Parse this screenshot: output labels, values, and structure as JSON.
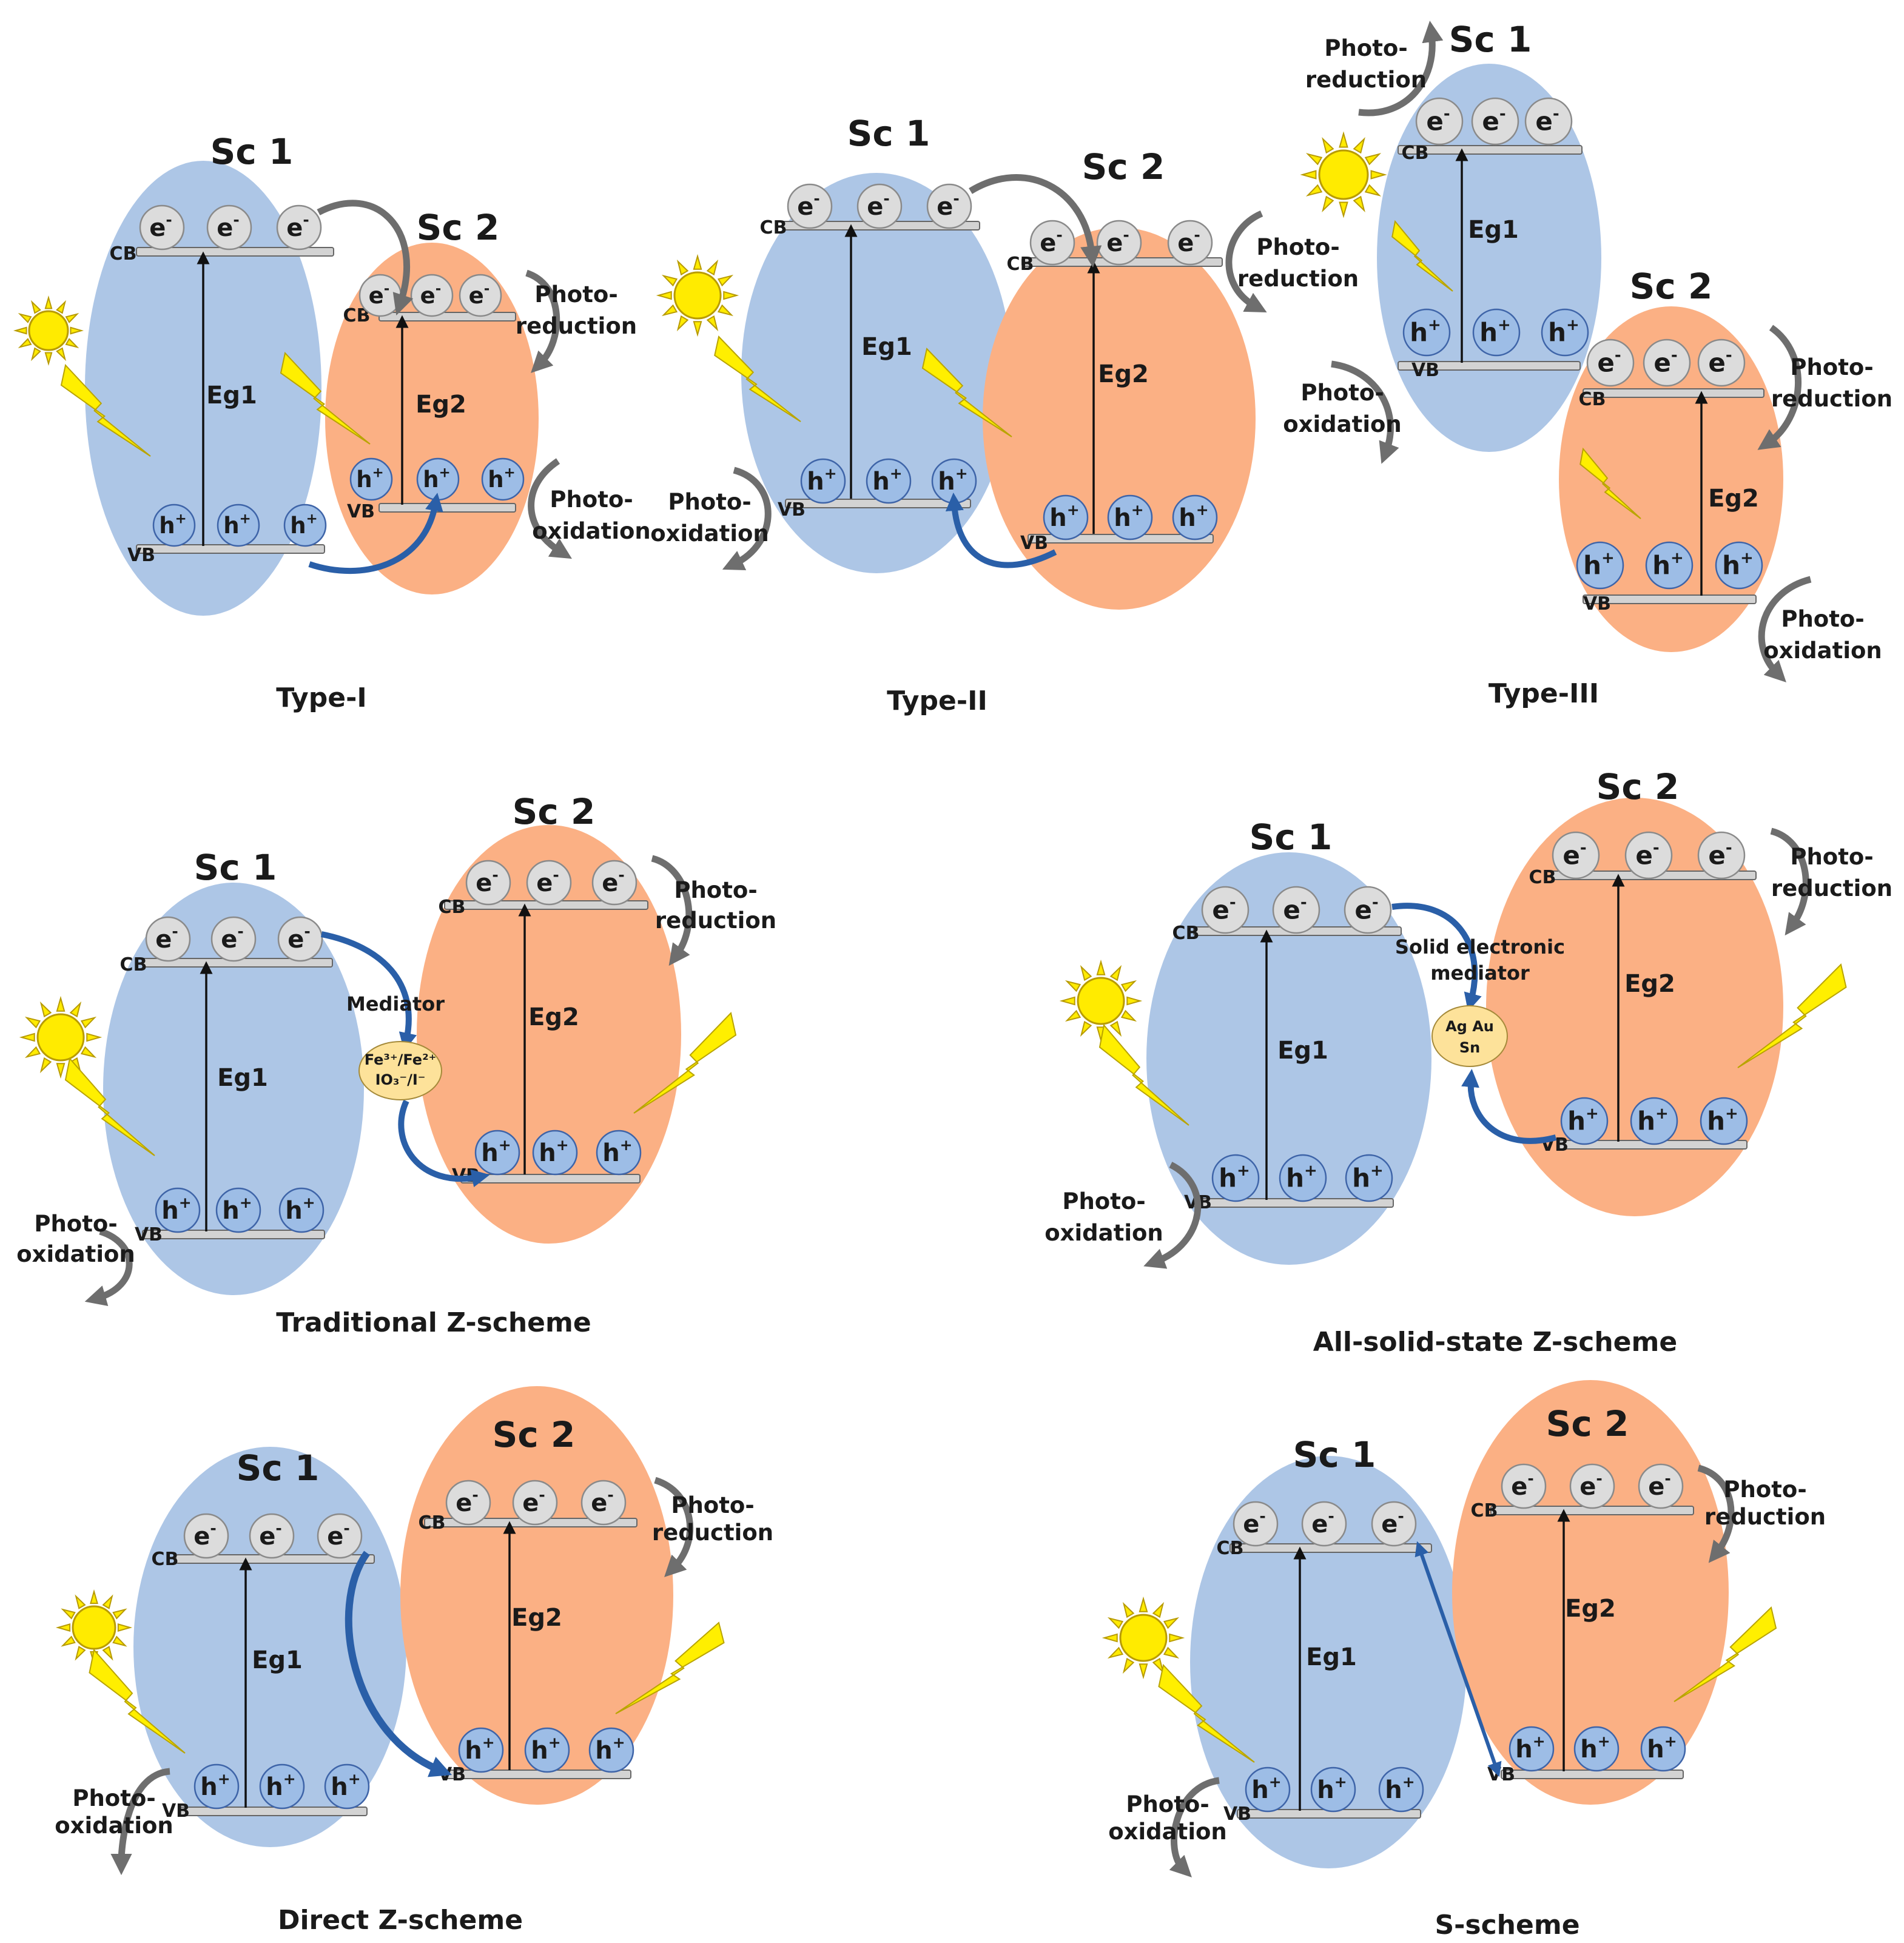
{
  "colors": {
    "sc1_fill": "#adc6e6",
    "sc2_fill": "#fbb084",
    "band_fill": "#d3d3d3",
    "electron_fill": "#dcdcdc",
    "hole_fill": "#9dbde6",
    "sun_fill": "#ffeb00",
    "bolt_fill": "#ffef00",
    "gray_arrow": "#6e6e6e",
    "blue_arrow": "#2a5fa8",
    "mediator_fill": "#fde29a"
  },
  "icons": {
    "sun": "sun-icon",
    "light": "lightning-icon",
    "gray_arrow": "curved-arrow-gray",
    "blue_arrow": "curved-arrow-blue"
  },
  "labels": {
    "sc1": "Sc 1",
    "sc2": "Sc 2",
    "cb": "CB",
    "vb": "VB",
    "eg1": "Eg1",
    "eg2": "Eg2",
    "electron": "e",
    "electron_sup": "-",
    "hole": "h",
    "hole_sup": "+",
    "photo": "Photo-",
    "reduction": "reduction",
    "oxidation": "oxidation"
  },
  "panels": [
    {
      "id": "type-1",
      "caption": "Type-I"
    },
    {
      "id": "type-2",
      "caption": "Type-II"
    },
    {
      "id": "type-3",
      "caption": "Type-III"
    },
    {
      "id": "traditional-z",
      "caption": "Traditional Z-scheme",
      "mediator_title": "Mediator",
      "mediator_line1": "Fe³⁺/Fe²⁺",
      "mediator_line2": "IO₃⁻/I⁻"
    },
    {
      "id": "all-solid-z",
      "caption": "All-solid-state Z-scheme",
      "mediator_title_line1": "Solid electronic",
      "mediator_title_line2": "mediator",
      "mediator_line1": "Ag  Au",
      "mediator_line2": "Sn"
    },
    {
      "id": "direct-z",
      "caption": "Direct Z-scheme"
    },
    {
      "id": "s-scheme",
      "caption": "S-scheme"
    }
  ]
}
